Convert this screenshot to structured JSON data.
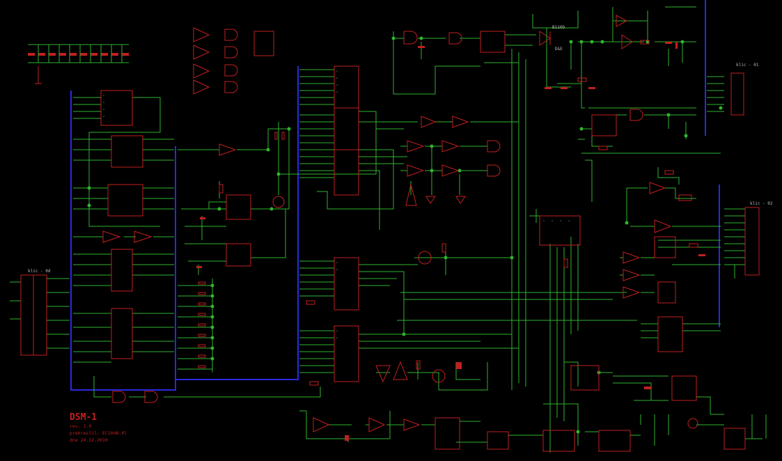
{
  "title_block": {
    "name": "DSM-1",
    "rev": "rev. 1.0",
    "drawn_by": "prekreslil: EC1048.0l",
    "date": "dne 24.12.2010"
  },
  "labels": {
    "conn_left": "klic - 0d",
    "conn_right_top": "klic - 01",
    "conn_right_mid": "klic - 02",
    "diode_a": "B110D",
    "diode_b": "D&E"
  },
  "colors": {
    "background": "#000000",
    "wire": "#2fb52f",
    "bus": "#2a2ae0",
    "component": "#c22020",
    "text": "#b8b8b8"
  }
}
